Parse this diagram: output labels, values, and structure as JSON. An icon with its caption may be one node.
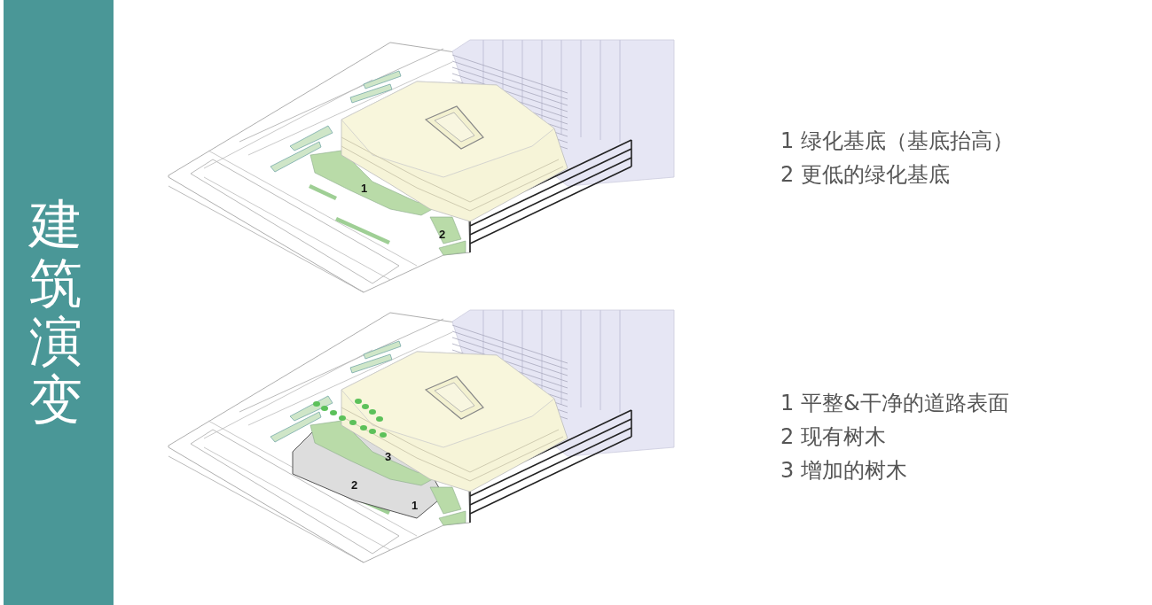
{
  "diagram": {
    "title": "建筑演变",
    "labels": [
      "1",
      "2",
      "1 绿化基底（基底抬高）",
      "2 更低的绿化基底",
      "3",
      "2",
      "1",
      "1 平整&干净的道路表面",
      "2 现有树木",
      "3 增加的树木"
    ]
  }
}
